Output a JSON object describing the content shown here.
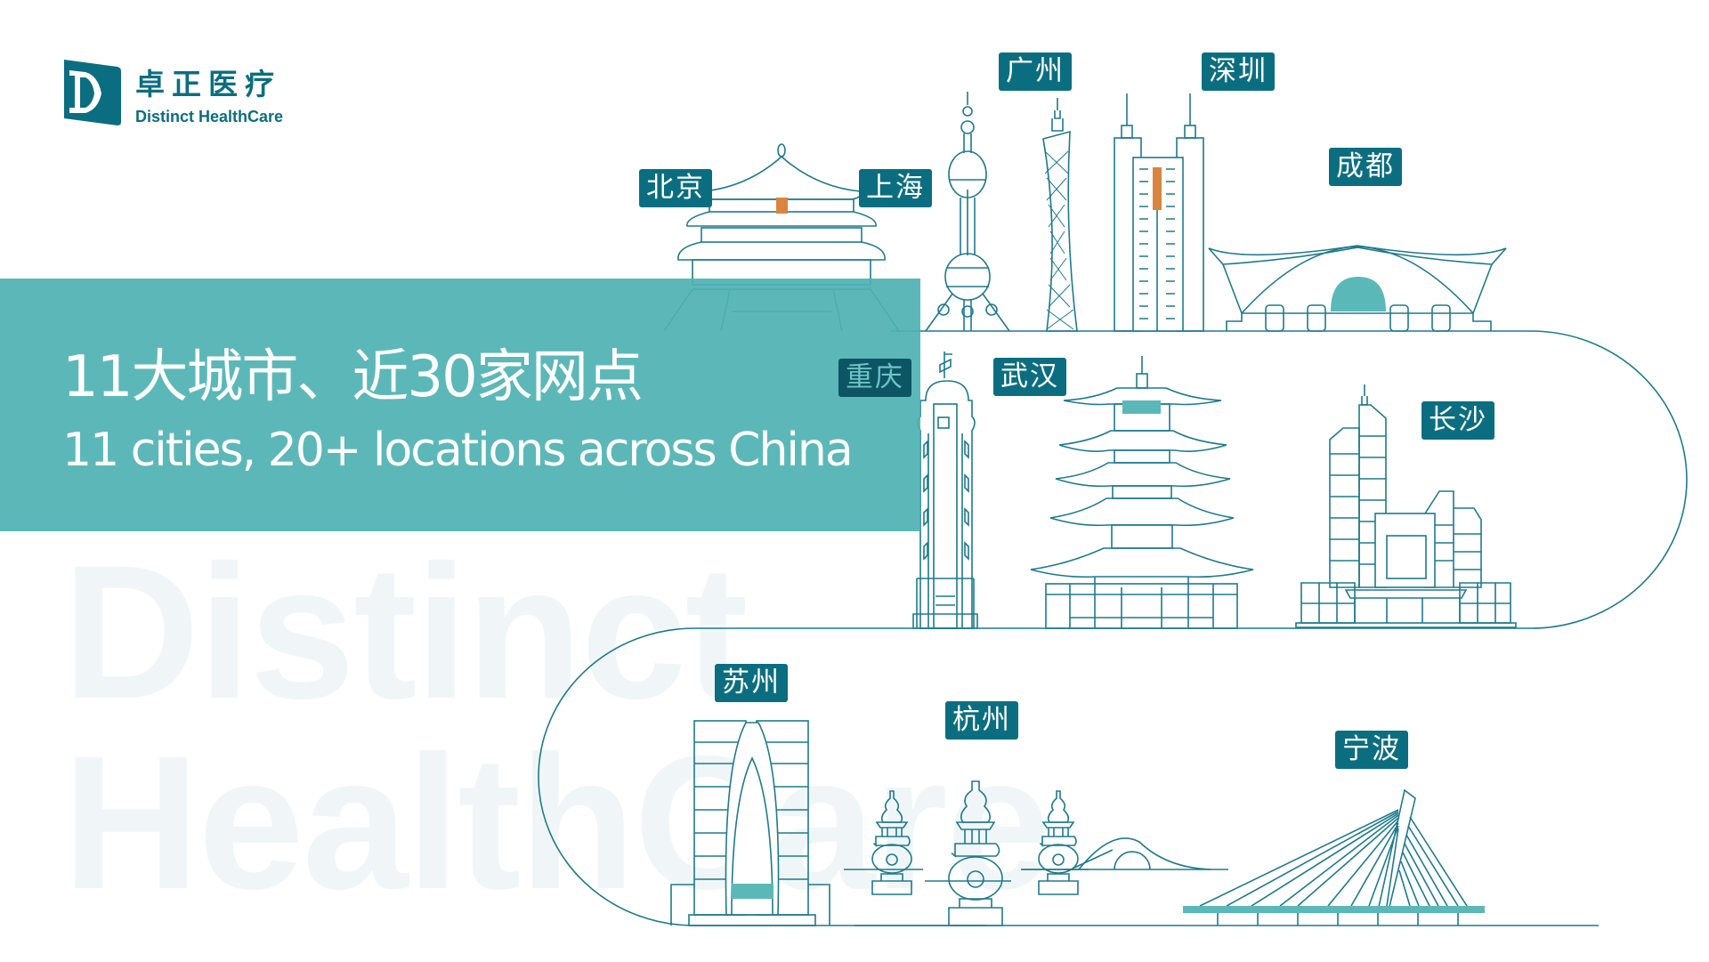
{
  "brand": {
    "name_cn": "卓正医疗",
    "name_en": "Distinct HealthCare",
    "icon": "d-logo-icon",
    "color": "#0b6e80"
  },
  "watermark": {
    "line1": "Distinct",
    "line2": "HealthCare"
  },
  "banner": {
    "title_cn": "11大城市、近30家网点",
    "title_en": "11 cities, 20+ locations across China",
    "color": "#5bb8b8"
  },
  "cities": [
    {
      "id": "beijing",
      "label": "北京",
      "landmark": "temple-of-heaven-icon"
    },
    {
      "id": "shanghai",
      "label": "上海",
      "landmark": "oriental-pearl-tower-icon"
    },
    {
      "id": "guangzhou",
      "label": "广州",
      "landmark": "canton-tower-icon"
    },
    {
      "id": "shenzhen",
      "label": "深圳",
      "landmark": "twin-towers-icon"
    },
    {
      "id": "chengdu",
      "label": "成都",
      "landmark": "station-dome-icon"
    },
    {
      "id": "chongqing",
      "label": "重庆",
      "landmark": "liberation-monument-icon"
    },
    {
      "id": "wuhan",
      "label": "武汉",
      "landmark": "yellow-crane-tower-icon"
    },
    {
      "id": "changsha",
      "label": "长沙",
      "landmark": "skyscrapers-icon"
    },
    {
      "id": "suzhou",
      "label": "苏州",
      "landmark": "gate-of-orient-icon"
    },
    {
      "id": "hangzhou",
      "label": "杭州",
      "landmark": "three-pools-pagodas-icon"
    },
    {
      "id": "ningbo",
      "label": "宁波",
      "landmark": "cable-stayed-bridge-icon"
    }
  ],
  "colors": {
    "line": "#1e7a8c",
    "accent_orange": "#d9843f",
    "label_bg": "#0b6e80",
    "fill_teal": "#5bb8b8"
  }
}
